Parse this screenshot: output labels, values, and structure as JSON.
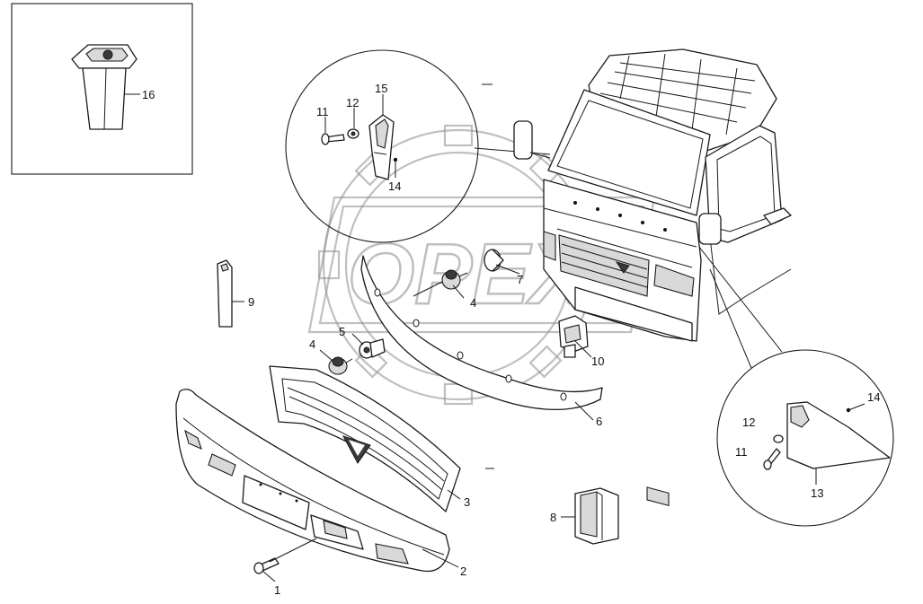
{
  "watermark": {
    "logo_text": "OPEX"
  },
  "callouts": [
    {
      "id": "c1",
      "label": "1"
    },
    {
      "id": "c2",
      "label": "2"
    },
    {
      "id": "c3",
      "label": "3"
    },
    {
      "id": "c4a",
      "label": "4"
    },
    {
      "id": "c4b",
      "label": "4"
    },
    {
      "id": "c5",
      "label": "5"
    },
    {
      "id": "c6",
      "label": "6"
    },
    {
      "id": "c7",
      "label": "7"
    },
    {
      "id": "c8",
      "label": "8"
    },
    {
      "id": "c9",
      "label": "9"
    },
    {
      "id": "c10",
      "label": "10"
    },
    {
      "id": "c11a",
      "label": "11"
    },
    {
      "id": "c12a",
      "label": "12"
    },
    {
      "id": "c15",
      "label": "15"
    },
    {
      "id": "c14a",
      "label": "14"
    },
    {
      "id": "c16",
      "label": "16"
    },
    {
      "id": "c11b",
      "label": "11"
    },
    {
      "id": "c12b",
      "label": "12"
    },
    {
      "id": "c14b",
      "label": "14"
    },
    {
      "id": "c13",
      "label": "13"
    }
  ]
}
